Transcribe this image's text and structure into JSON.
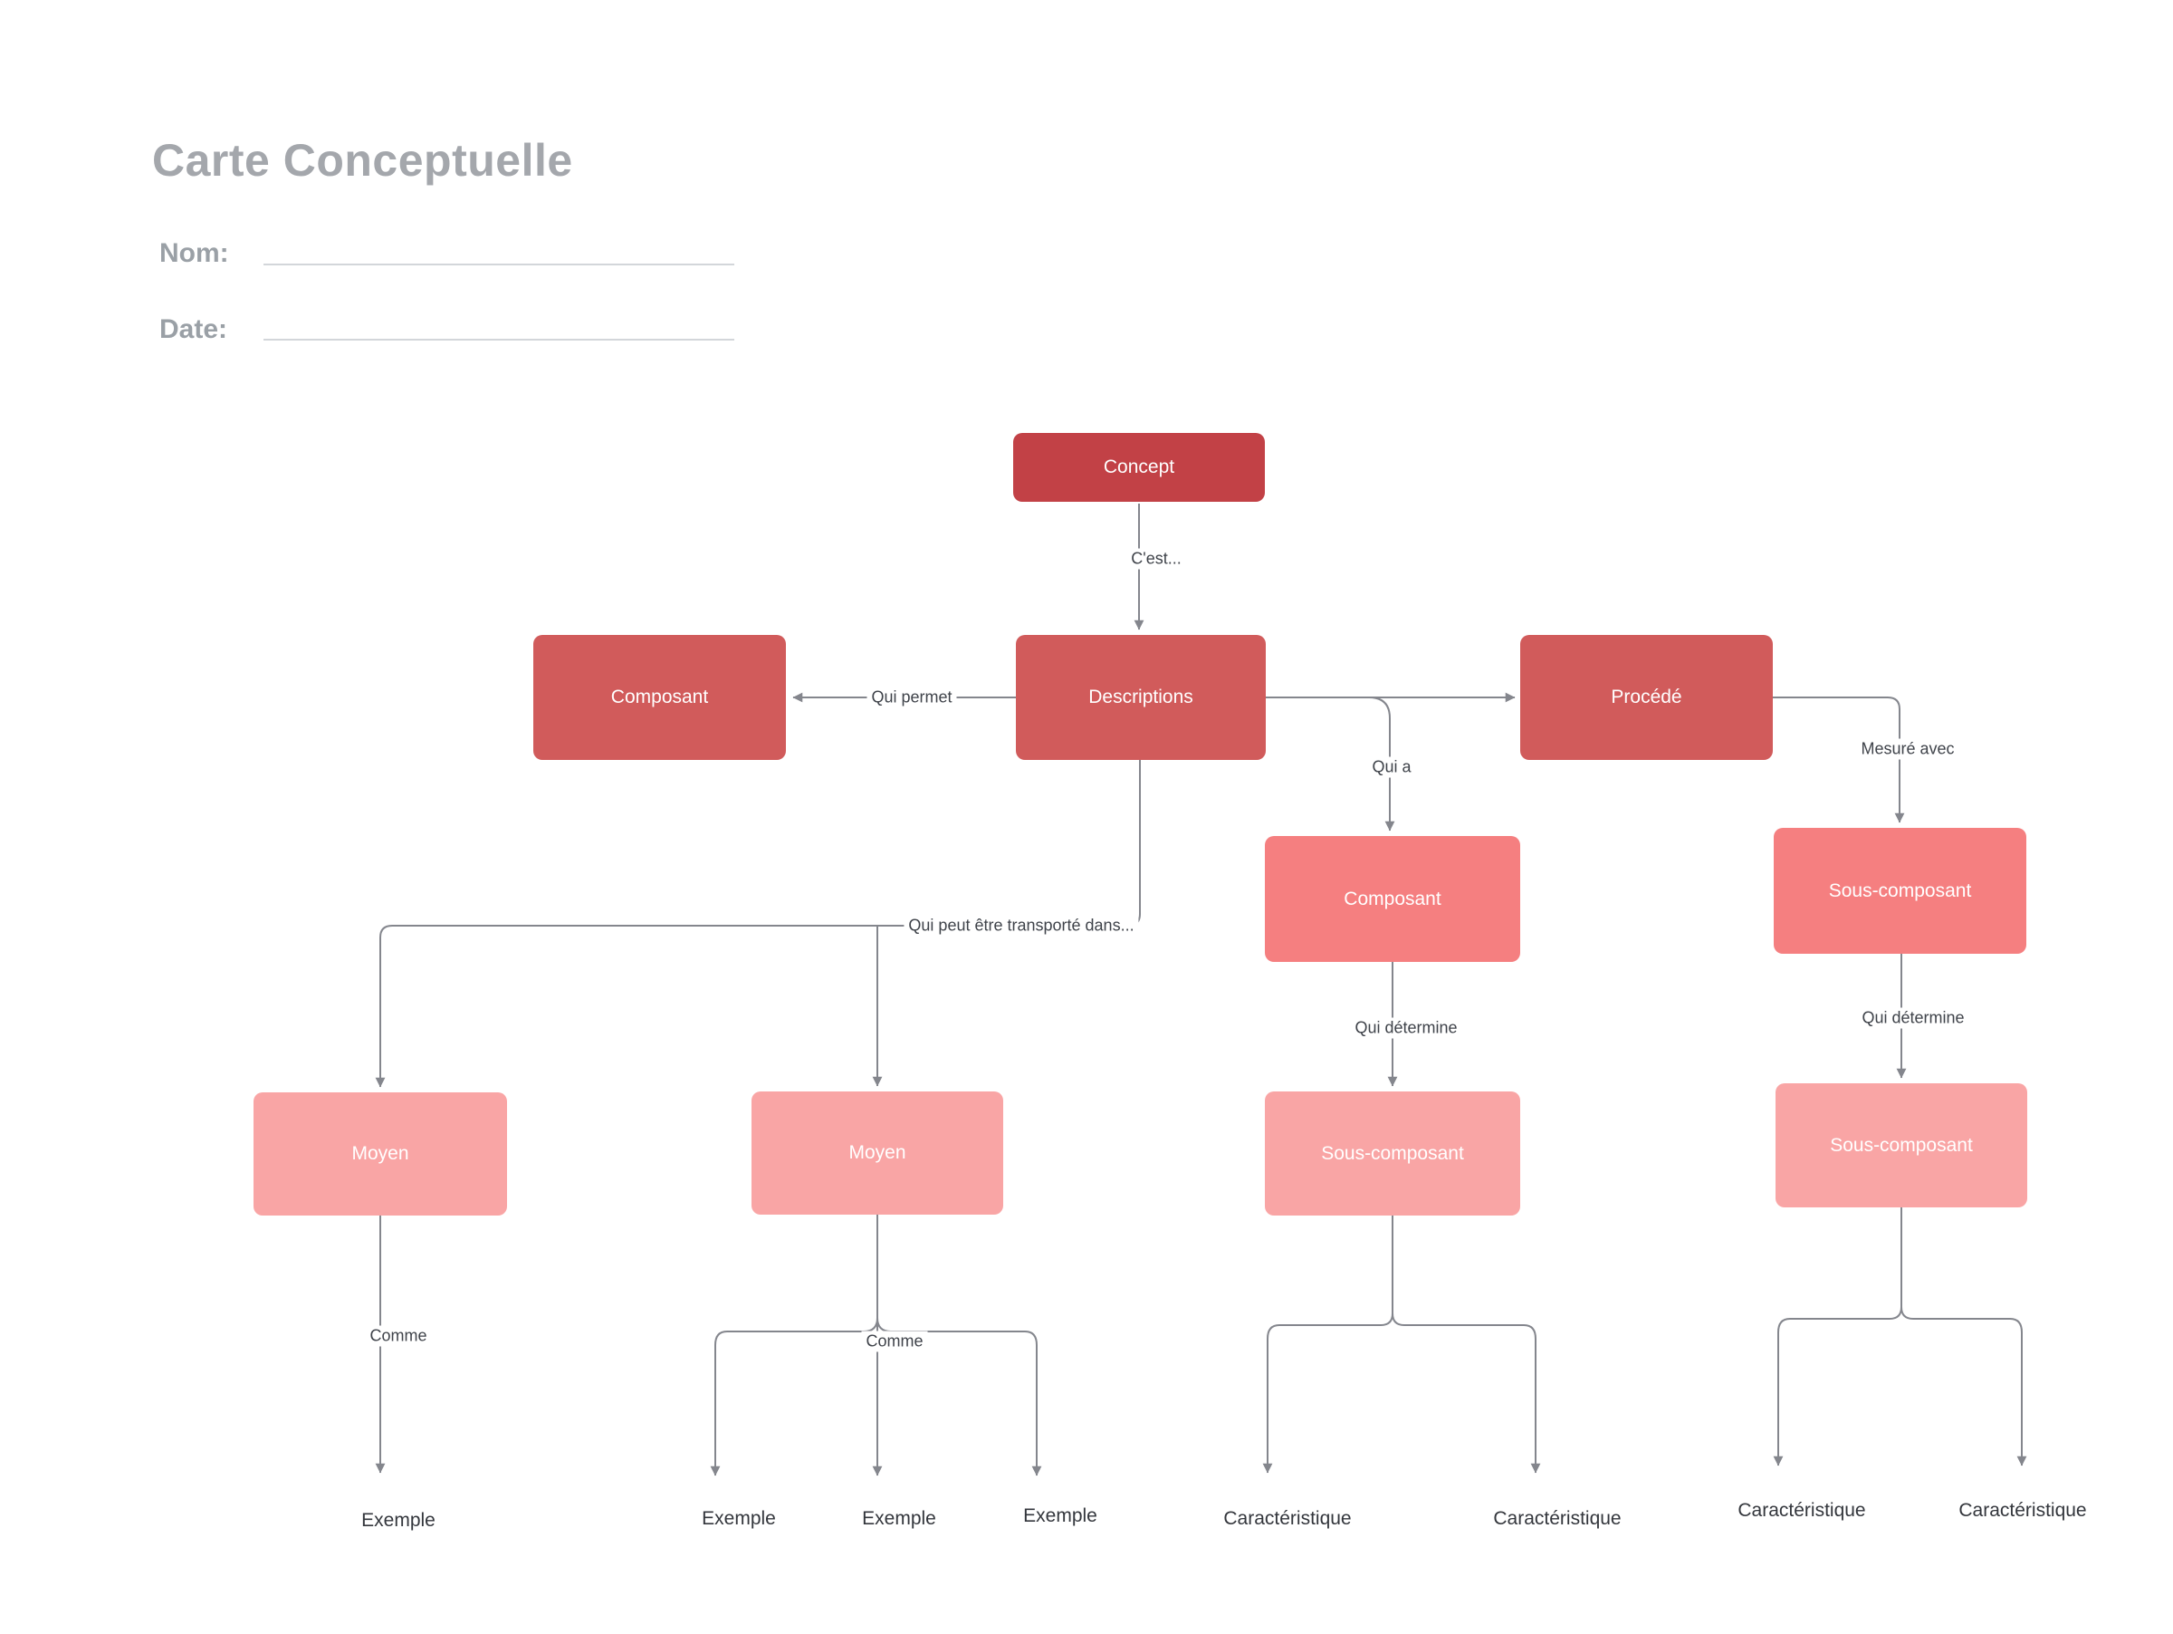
{
  "header": {
    "title": "Carte Conceptuelle"
  },
  "form": {
    "name_label": "Nom:",
    "date_label": "Date:"
  },
  "palette": {
    "node_dark": "#c24146",
    "node_medium": "#d15b5b",
    "node_salmon": "#f57f80",
    "node_light": "#f9a5a5",
    "connector_gray": "#84868d",
    "title_gray": "#a4a7ac"
  },
  "nodes": [
    {
      "id": "concept",
      "label": "Concept",
      "tier": "dark"
    },
    {
      "id": "descriptions",
      "label": "Descriptions",
      "tier": "medium"
    },
    {
      "id": "composant-left",
      "label": "Composant",
      "tier": "medium"
    },
    {
      "id": "procede",
      "label": "Procédé",
      "tier": "medium"
    },
    {
      "id": "composant-mid",
      "label": "Composant",
      "tier": "salmon"
    },
    {
      "id": "sous-composant-upper",
      "label": "Sous-composant",
      "tier": "salmon"
    },
    {
      "id": "moyen-1",
      "label": "Moyen",
      "tier": "light"
    },
    {
      "id": "moyen-2",
      "label": "Moyen",
      "tier": "light"
    },
    {
      "id": "sous-composant-mid",
      "label": "Sous-composant",
      "tier": "light"
    },
    {
      "id": "sous-composant-right",
      "label": "Sous-composant",
      "tier": "light"
    }
  ],
  "edge_labels": [
    {
      "text": "C'est..."
    },
    {
      "text": "Qui permet"
    },
    {
      "text": "Qui a"
    },
    {
      "text": "Mesuré avec"
    },
    {
      "text": "Qui peut être transporté dans..."
    },
    {
      "text": "Qui détermine"
    },
    {
      "text": "Qui détermine"
    },
    {
      "text": "Comme"
    },
    {
      "text": "Comme"
    }
  ],
  "leaf_labels": [
    {
      "text": "Exemple"
    },
    {
      "text": "Exemple"
    },
    {
      "text": "Exemple"
    },
    {
      "text": "Exemple"
    },
    {
      "text": "Caractéristique"
    },
    {
      "text": "Caractéristique"
    },
    {
      "text": "Caractéristique"
    },
    {
      "text": "Caractéristique"
    }
  ]
}
